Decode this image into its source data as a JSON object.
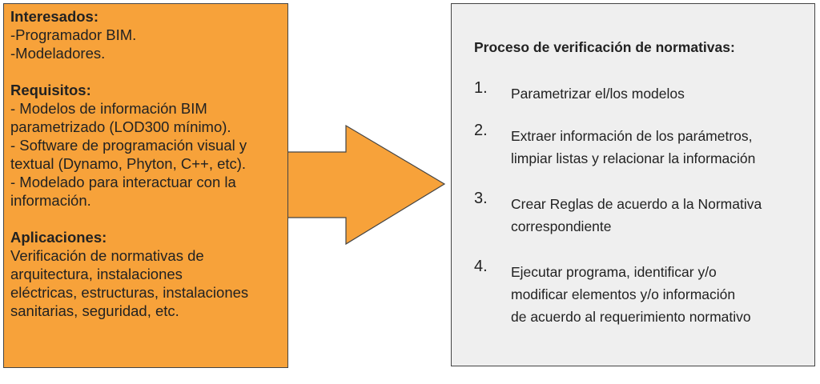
{
  "colors": {
    "left_box_fill": "#f7a23a",
    "arrow_fill": "#f7a23a",
    "right_box_fill": "#efefef"
  },
  "left_panel": {
    "sections": [
      {
        "heading": "Interesados:",
        "lines": [
          "-Programador BIM.",
          "-Modeladores."
        ]
      },
      {
        "heading": "Requisitos:",
        "lines": [
          "- Modelos de información BIM",
          "parametrizado (LOD300 mínimo).",
          "- Software de programación visual y",
          "textual (Dynamo, Phyton, C++, etc).",
          "- Modelado para interactuar con la",
          "información."
        ]
      },
      {
        "heading": "Aplicaciones:",
        "lines": [
          "Verificación de normativas de",
          "arquitectura, instalaciones",
          "eléctricas, estructuras, instalaciones",
          "sanitarias, seguridad, etc."
        ]
      }
    ]
  },
  "right_panel": {
    "title": "Proceso de verificación de normativas:",
    "steps": [
      {
        "number": "1.",
        "lines": [
          "Parametrizar el/los modelos"
        ]
      },
      {
        "number": "2.",
        "lines": [
          "Extraer información de los parámetros,",
          "limpiar listas y relacionar la información"
        ]
      },
      {
        "number": "3.",
        "lines": [
          "Crear Reglas de acuerdo a la Normativa",
          "correspondiente"
        ]
      },
      {
        "number": "4.",
        "lines": [
          "Ejecutar programa, identificar y/o",
          "modificar elementos y/o información",
          "de acuerdo al requerimiento normativo"
        ]
      }
    ]
  }
}
